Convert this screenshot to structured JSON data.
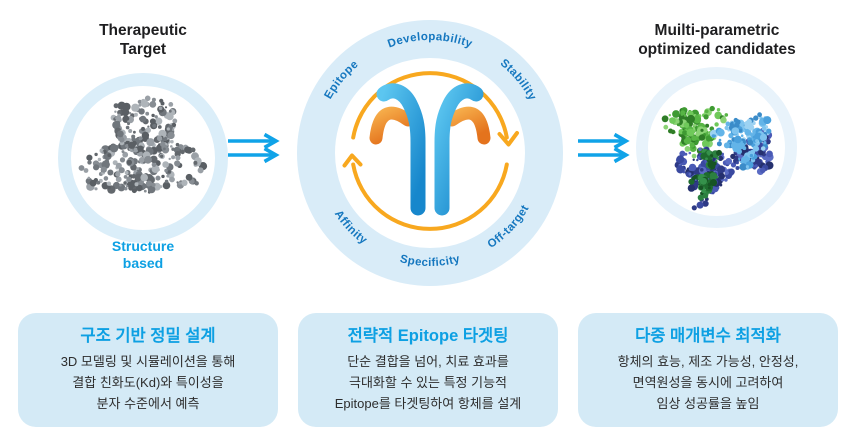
{
  "palette": {
    "accent_blue": "#0da0e3",
    "ring_label_blue": "#1577bf",
    "hub_ring_light_blue": "#d9ecf8",
    "side_ring_light_blue": "#dbeef9",
    "card_background": "#d4eaf6",
    "cycle_yellow": "#f8a81f",
    "title_black": "#1e1e20",
    "body_text": "#2d2d2d",
    "antibody_blue": "#1f8fd2",
    "antibody_orange": "#e8821f"
  },
  "flow": {
    "left": {
      "title_line1": "Therapeutic",
      "title_line2": "Target",
      "caption_line1": "Structure",
      "caption_line2": "based",
      "icon": "protein-structure-icon"
    },
    "hub": {
      "labels": [
        "Developability",
        "Stability",
        "Off-target",
        "Specificity",
        "Affinity",
        "Epitope"
      ],
      "center_icon": "antibody-icon",
      "cycle_icon": "cycle-arrows-icon"
    },
    "right": {
      "title_line1": "Muilti-parametric",
      "title_line2": "optimized candidates",
      "icon": "optimized-antibody-cluster-icon"
    },
    "arrow_icon": "double-arrow-right-icon"
  },
  "cards": [
    {
      "title": "구조 기반 정밀 설계",
      "lines": [
        "3D 모델링 및 시뮬레이션을 통해",
        "결합 친화도(Kd)와 특이성을",
        "분자 수준에서 예측"
      ]
    },
    {
      "title": "전략적 Epitope 타겟팅",
      "lines": [
        "단순 결합을 넘어, 치료 효과를",
        "극대화할 수 있는 특정 기능적",
        "Epitope를 타겟팅하여 항체를 설계"
      ]
    },
    {
      "title": "다중 매개변수 최적화",
      "lines": [
        "항체의 효능, 제조 가능성, 안정성,",
        "면역원성을 동시에 고려하여",
        "임상 성공률을 높임"
      ]
    }
  ],
  "illustration": {
    "gray_protein_colors": [
      "#5a5f64",
      "#70767c",
      "#878d93",
      "#9aa0a6",
      "#aeb4b9",
      "#63686d"
    ],
    "green_colors": [
      "#3e9a32",
      "#57b545",
      "#6fc95a",
      "#2f7d27",
      "#8ad374"
    ],
    "light_blue_colors": [
      "#4aa0dc",
      "#63b4e8",
      "#7fc4ef",
      "#3b8cc9",
      "#9cd2f2"
    ],
    "indigo_colors": [
      "#3a49a0",
      "#4a5ab5",
      "#2e3a86",
      "#5b6cc4",
      "#25306e"
    ],
    "dark_green_colors": [
      "#1e6b2e",
      "#2c8040",
      "#175424",
      "#35914b"
    ]
  }
}
